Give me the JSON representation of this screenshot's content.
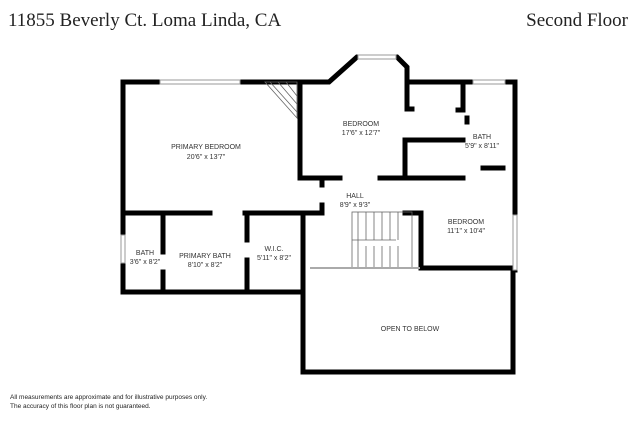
{
  "header": {
    "address": "11855 Beverly Ct. Loma Linda, CA",
    "floor": "Second Floor"
  },
  "rooms": [
    {
      "name": "PRIMARY BEDROOM",
      "dims": "20'6\" x 13'7\""
    },
    {
      "name": "BEDROOM",
      "dims": "17'6\" x 12'7\""
    },
    {
      "name": "BATH",
      "dims": "5'9\" x 8'11\""
    },
    {
      "name": "HALL",
      "dims": "8'9\" x 9'3\""
    },
    {
      "name": "BEDROOM",
      "dims": "11'1\" x 10'4\""
    },
    {
      "name": "BATH",
      "dims": "3'6\" x 8'2\""
    },
    {
      "name": "PRIMARY BATH",
      "dims": "8'10\" x 8'2\""
    },
    {
      "name": "W.I.C.",
      "dims": "5'11\" x 8'2\""
    },
    {
      "name": "OPEN TO BELOW",
      "dims": ""
    }
  ],
  "disclaimer": {
    "line1": "All measurements are approximate and for illustrative purposes only.",
    "line2": "The accuracy of this floor plan is not guaranteed."
  }
}
